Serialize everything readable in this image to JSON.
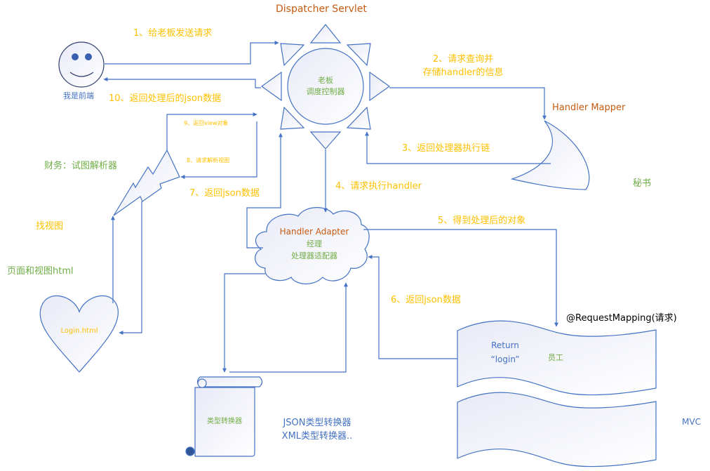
{
  "colors": {
    "line": "#4472c4",
    "step_label": "#ffc000",
    "component_name": "#c55a11",
    "role_label": "#70ad47",
    "note_label": "#4472c4",
    "annotation": "#000000"
  },
  "nodes": {
    "frontend": {
      "icon": "smiley-face-icon",
      "label": "我是前端"
    },
    "dispatcher": {
      "icon": "sun-shape-icon",
      "title": "Dispatcher Servlet",
      "role_line1": "老板",
      "role_line2": "调度控制器"
    },
    "handler_mapper": {
      "icon": "moon-shape-icon",
      "title": "Handler Mapper",
      "role": "秘书"
    },
    "handler_adapter": {
      "icon": "cloud-shape-icon",
      "title": "Handler Adapter",
      "role_line1": "经理",
      "role_line2": "处理器适配器"
    },
    "view_resolver": {
      "icon": "lightning-bolt-icon",
      "role": "财务：试图解析器"
    },
    "view_page": {
      "icon": "heart-shape-icon",
      "label": "Login.html",
      "caption": "页面和视图html",
      "find_label": "找视图"
    },
    "converter": {
      "icon": "scroll-shape-icon",
      "label": "类型转换器",
      "note_line1": "JSON类型转换器",
      "note_line2": "XML类型转换器.."
    },
    "controller": {
      "icon": "wave-banner-icon",
      "annotation": "@RequestMapping(请求)",
      "return_line1": "Return",
      "return_line2": "“login”",
      "role": "员工"
    },
    "mvc": {
      "icon": "wave-banner-icon",
      "label": "MVC"
    }
  },
  "steps": [
    {
      "id": 1,
      "text": "1、给老板发送请求"
    },
    {
      "id": 2,
      "line1": "2、请求查询并",
      "line2": "存储handler的信息"
    },
    {
      "id": 3,
      "text": "3、返回处理器执行链"
    },
    {
      "id": 4,
      "text": "4、请求执行handler"
    },
    {
      "id": 5,
      "text": "5、得到处理后的对象"
    },
    {
      "id": 6,
      "text": "6、返回json数据"
    },
    {
      "id": 7,
      "text": "7、返回json数据"
    },
    {
      "id": 8,
      "text": "8、请求解析视图"
    },
    {
      "id": 9,
      "text": "9、返回view对象"
    },
    {
      "id": 10,
      "text": "10、返回处理后的json数据"
    }
  ]
}
